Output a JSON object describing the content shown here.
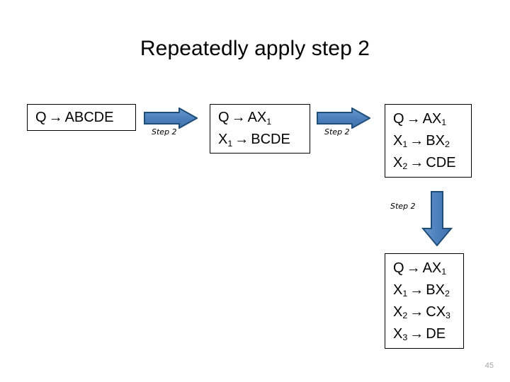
{
  "slide": {
    "title": "Repeatedly apply step 2",
    "page_number": "45",
    "background_color": "#ffffff",
    "text_color": "#000000",
    "page_number_color": "#a6a6a6"
  },
  "colors": {
    "arrow_fill": "#4A7EBB",
    "arrow_fill_light": "#6A97CC",
    "arrow_outline": "#1F4E79",
    "box_border": "#000000"
  },
  "boxes": [
    {
      "id": "box-1",
      "name": "grammar-box-1",
      "lines": [
        {
          "lhs": "Q",
          "arrow": "→",
          "rhs": "ABCDE",
          "lhs_sub": "",
          "rhs_sub": ""
        }
      ]
    },
    {
      "id": "box-2",
      "name": "grammar-box-2",
      "lines": [
        {
          "lhs": "Q",
          "arrow": "→",
          "rhs": "AX",
          "lhs_sub": "",
          "rhs_sub": "1"
        },
        {
          "lhs": "X",
          "arrow": "→",
          "rhs": "BCDE",
          "lhs_sub": "1",
          "rhs_sub": ""
        }
      ]
    },
    {
      "id": "box-3",
      "name": "grammar-box-3",
      "lines": [
        {
          "lhs": "Q",
          "arrow": "→",
          "rhs": "AX",
          "lhs_sub": "",
          "rhs_sub": "1"
        },
        {
          "lhs": "X",
          "arrow": "→",
          "rhs": "BX",
          "lhs_sub": "1",
          "rhs_sub": "2"
        },
        {
          "lhs": "X",
          "arrow": "→",
          "rhs": "CDE",
          "lhs_sub": "2",
          "rhs_sub": ""
        }
      ]
    },
    {
      "id": "box-4",
      "name": "grammar-box-4",
      "lines": [
        {
          "lhs": "Q",
          "arrow": "→",
          "rhs": "AX",
          "lhs_sub": "",
          "rhs_sub": "1"
        },
        {
          "lhs": "X",
          "arrow": "→",
          "rhs": "BX",
          "lhs_sub": "1",
          "rhs_sub": "2"
        },
        {
          "lhs": "X",
          "arrow": "→",
          "rhs": "CX",
          "lhs_sub": "2",
          "rhs_sub": "3"
        },
        {
          "lhs": "X",
          "arrow": "→",
          "rhs": "DE",
          "lhs_sub": "3",
          "rhs_sub": ""
        }
      ]
    }
  ],
  "arrows": [
    {
      "id": "arrow-right-1",
      "name": "step-arrow-right-1",
      "direction": "right",
      "label": "Step 2"
    },
    {
      "id": "arrow-right-2",
      "name": "step-arrow-right-2",
      "direction": "right",
      "label": "Step 2"
    },
    {
      "id": "arrow-down-1",
      "name": "step-arrow-down-1",
      "direction": "down",
      "label": "Step 2"
    }
  ],
  "step_labels": {
    "label_1": "Step 2",
    "label_2": "Step 2",
    "label_3": "Step 2"
  }
}
